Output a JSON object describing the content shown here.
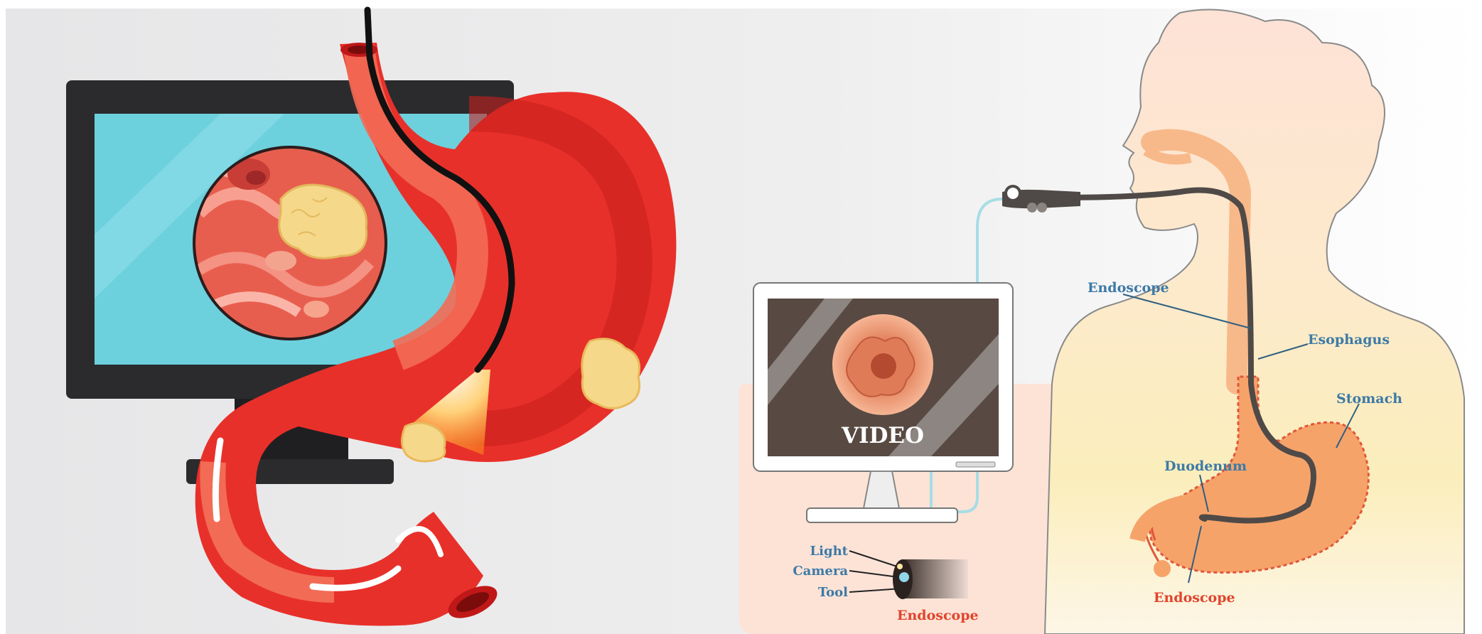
{
  "labels": {
    "endoscope_top": "Endoscope",
    "esophagus": "Esophagus",
    "stomach": "Stomach",
    "duodenum": "Duodenum",
    "endoscope_bottom": "Endoscope",
    "video": "VIDEO",
    "light": "Light",
    "camera": "Camera",
    "tool": "Tool",
    "endoscope_tip": "Endoscope"
  },
  "colors": {
    "label_blue": "#3d7aa6",
    "label_red": "#e0452d",
    "stomach_red": "#e8302a",
    "screen_cyan": "#6dd0dd",
    "monitor_dark": "#2b2b2d",
    "video_brown": "#584a42",
    "skin": "#fde3d6",
    "scope_gray": "#4f4a47"
  }
}
